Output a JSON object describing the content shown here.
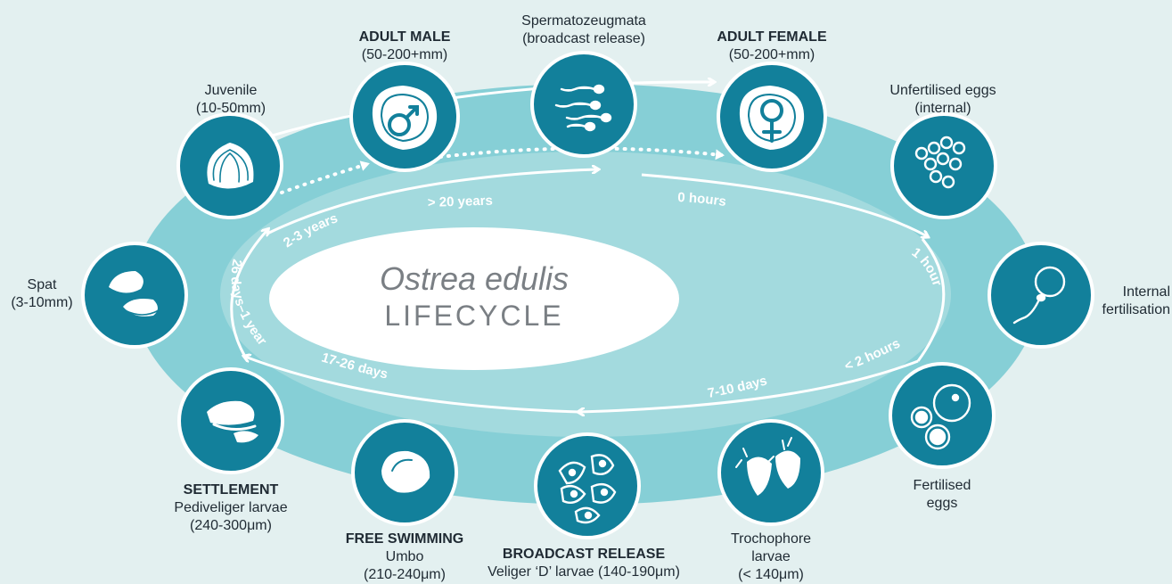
{
  "title": {
    "species": "Ostrea edulis",
    "word": "LIFECYCLE"
  },
  "colors": {
    "background": "#e3f0f0",
    "outer_ring": "#86cfd6",
    "inner_ring": "#9fd9de",
    "circle": "#12809b",
    "arrow": "#ffffff"
  },
  "stages": [
    {
      "id": "juvenile",
      "icon": "juvenile-shell-icon",
      "title": "",
      "line1": "Juvenile",
      "line2": "(10-50mm)",
      "line3": ""
    },
    {
      "id": "adult-male",
      "icon": "male-oyster-icon",
      "title": "ADULT MALE",
      "line1": "(50-200+mm)",
      "line2": "",
      "line3": ""
    },
    {
      "id": "spermatozeugmata",
      "icon": "sperm-icon",
      "title": "",
      "line1": "Spermatozeugmata",
      "line2": "(broadcast release)",
      "line3": ""
    },
    {
      "id": "adult-female",
      "icon": "female-oyster-icon",
      "title": "ADULT FEMALE",
      "line1": "(50-200+mm)",
      "line2": "",
      "line3": ""
    },
    {
      "id": "unfertilised-eggs",
      "icon": "eggs-icon",
      "title": "",
      "line1": "Unfertilised eggs",
      "line2": "(internal)",
      "line3": ""
    },
    {
      "id": "internal-fertilisation",
      "icon": "fertilisation-icon",
      "title": "",
      "line1": "Internal",
      "line2": "fertilisation",
      "line3": ""
    },
    {
      "id": "fertilised-eggs",
      "icon": "fertilised-eggs-icon",
      "title": "",
      "line1": "Fertilised",
      "line2": "eggs",
      "line3": ""
    },
    {
      "id": "trochophore",
      "icon": "trochophore-larvae-icon",
      "title": "",
      "line1": "Trochophore",
      "line2": "larvae",
      "line3": "(< 140μm)"
    },
    {
      "id": "broadcast-release",
      "icon": "veliger-larvae-icon",
      "title": "BROADCAST RELEASE",
      "line1": "Veliger ‘D’ larvae (140-190μm)",
      "line2": "",
      "line3": ""
    },
    {
      "id": "free-swimming",
      "icon": "umbo-larva-icon",
      "title": "FREE SWIMMING",
      "line1": "Umbo",
      "line2": "(210-240μm)",
      "line3": ""
    },
    {
      "id": "settlement",
      "icon": "settlement-icon",
      "title": "SETTLEMENT",
      "line1": "Pediveliger larvae",
      "line2": "(240-300μm)",
      "line3": ""
    },
    {
      "id": "spat",
      "icon": "spat-icon",
      "title": "",
      "line1": "Spat",
      "line2": "(3-10mm)",
      "line3": ""
    }
  ],
  "durations": {
    "d1": "2-3 years",
    "d2": "> 20 years",
    "d3": "0 hours",
    "d4": "1 hour",
    "d5": "< 2 hours",
    "d6": "7-10 days",
    "d7": "17-26 days",
    "d8": "26 days–1 year"
  }
}
